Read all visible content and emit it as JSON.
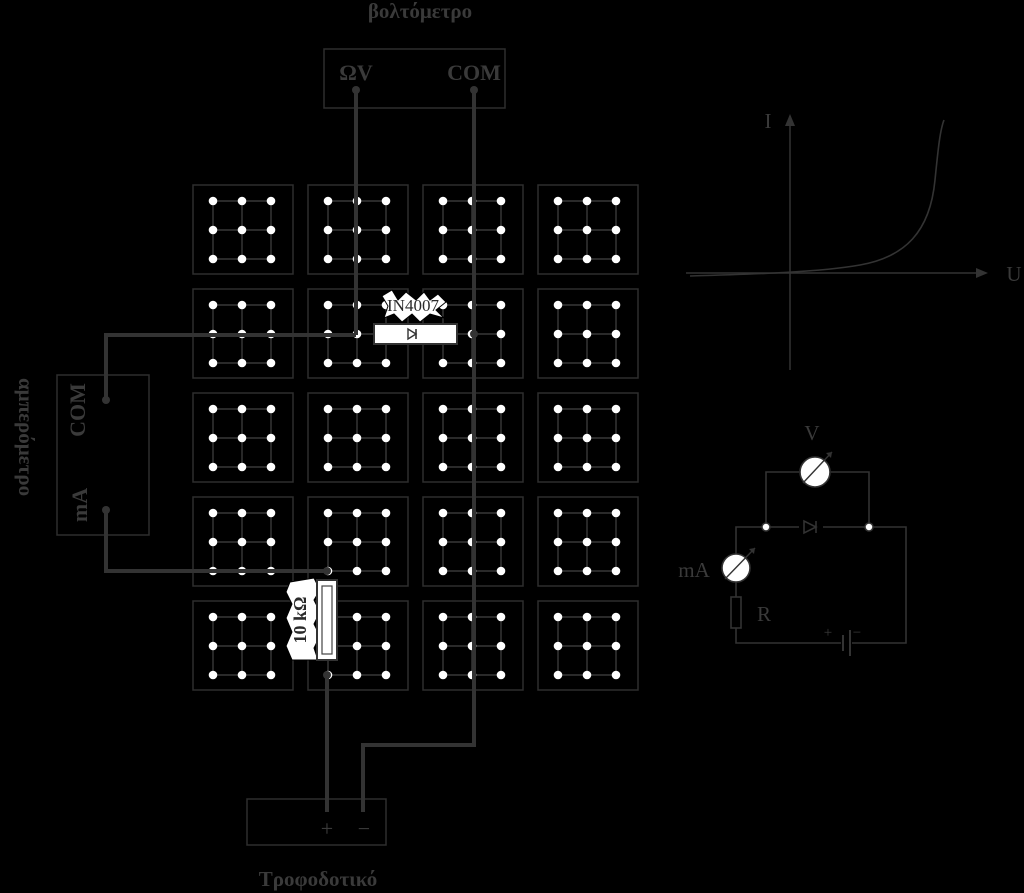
{
  "voltmeter": {
    "title": "βολτόμετρο",
    "terminal_left": "ΩV",
    "terminal_right": "COM"
  },
  "ammeter": {
    "title": "αμπερόμετρο",
    "terminal_top": "COM",
    "terminal_bottom": "mA"
  },
  "power_supply": {
    "title": "Τροφοδοτικό",
    "plus": "+",
    "minus": "−"
  },
  "breadboard": {
    "rows": 5,
    "cols": 4,
    "holes_per_side": 3
  },
  "components": {
    "diode_label": "IN4007",
    "resistor_label": "10 kΩ"
  },
  "graph": {
    "y_axis": "I",
    "x_axis": "U"
  },
  "schematic": {
    "voltmeter": "V",
    "ammeter": "mA",
    "resistor": "R",
    "battery_plus": "+",
    "battery_minus": "−"
  },
  "colors": {
    "background": "#000000",
    "wire": "#333333",
    "panel": "#000000",
    "outline": "#2e2e2e",
    "hole": "#ffffff",
    "text": "#3a3a3a"
  }
}
